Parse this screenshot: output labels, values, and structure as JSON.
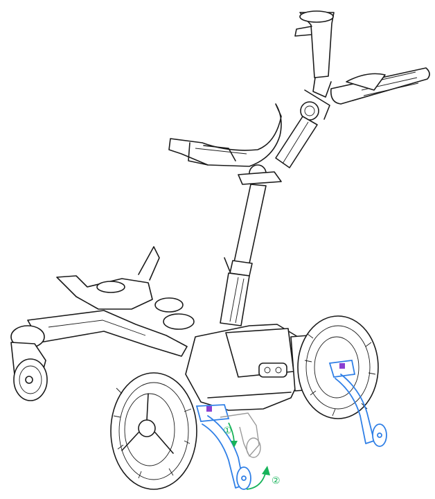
{
  "diagram": {
    "subject": "electric-golf-trolley",
    "colors": {
      "outline": "#1a1a1a",
      "anti_tip_wheel": "#2f7fe6",
      "folded_position": "#9a9a9a",
      "motion_arrow": "#17b35a",
      "pivot_mark": "#8a3fd1"
    },
    "callouts": {
      "step_1": "①",
      "step_2": "②"
    }
  }
}
